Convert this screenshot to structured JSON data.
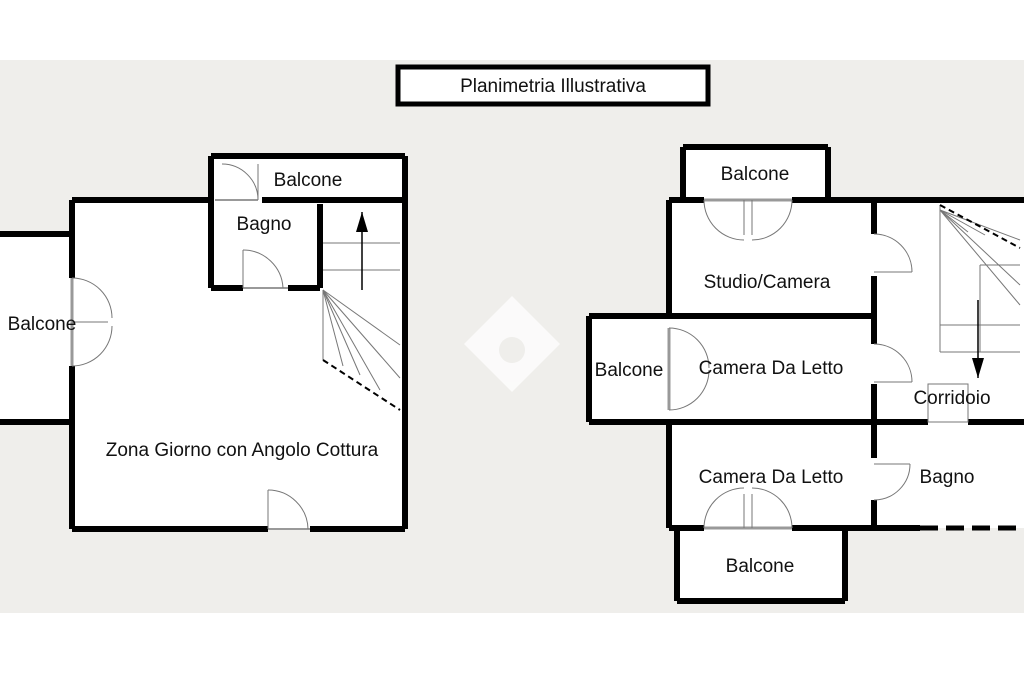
{
  "title": "Planimetria Illustrativa",
  "colors": {
    "background": "#efeeeb",
    "wall": "#000000",
    "paper": "#ffffff",
    "thin_line": "#666666"
  },
  "floor_left": {
    "rooms": {
      "balcone_top": "Balcone",
      "bagno": "Bagno",
      "balcone_side": "Balcone",
      "zona_giorno": "Zona Giorno con Angolo Cottura"
    }
  },
  "floor_right": {
    "rooms": {
      "balcone_top": "Balcone",
      "studio": "Studio/Camera",
      "balcone_side": "Balcone",
      "camera_1": "Camera Da Letto",
      "corridoio": "Corridoio",
      "camera_2": "Camera Da Letto",
      "bagno": "Bagno",
      "balcone_bottom": "Balcone"
    }
  }
}
